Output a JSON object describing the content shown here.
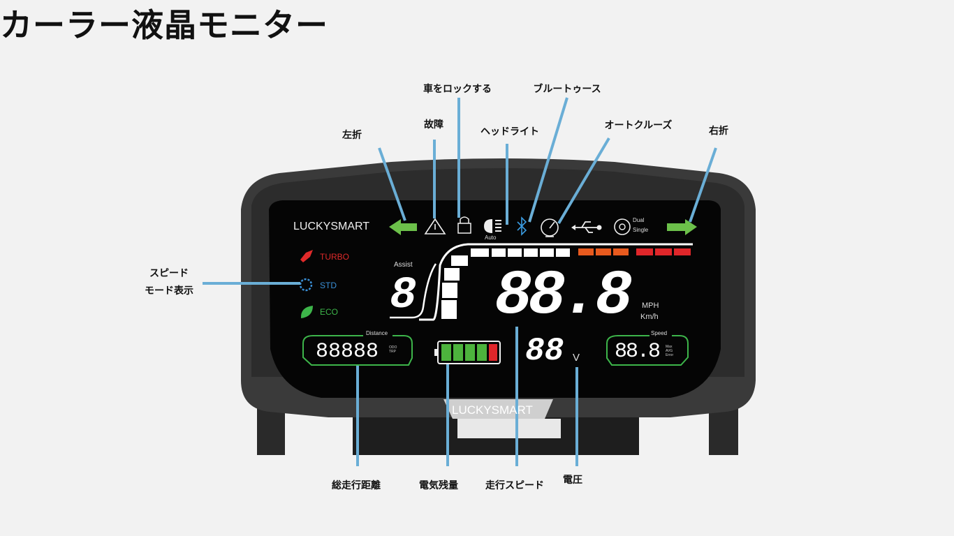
{
  "title": "カーラー液晶モニター",
  "callouts": {
    "left_turn": "左折",
    "fault": "故障",
    "lock": "車をロックする",
    "headlight": "ヘッドライト",
    "bluetooth": "ブルートゥース",
    "cruise": "オートクルーズ",
    "right_turn": "右折",
    "speed_mode_1": "スピード",
    "speed_mode_2": "モード表示",
    "total_distance": "総走行距離",
    "battery": "電気残量",
    "speed": "走行スピード",
    "voltage": "電圧"
  },
  "display": {
    "brand": "LUCKYSMART",
    "headlight_auto": "Auto",
    "motor_dual": "Dual",
    "motor_single": "Single",
    "modes": [
      "TURBO",
      "STD",
      "ECO"
    ],
    "assist_label": "Assist",
    "assist_value": "8",
    "speed_value": "88.8",
    "unit_mph": "MPH",
    "unit_kmh": "Km/h",
    "distance_label": "Distance",
    "distance_value": "88888",
    "odo": "ODO",
    "trip": "TRP",
    "voltage_value": "88",
    "voltage_unit": "V",
    "speed_box_label": "Speed",
    "speed_box_value": "88.8",
    "max": "Max",
    "avg": "AVG",
    "error": "Error",
    "battery_bars": 5,
    "lower_brand": "LUCKYSMART"
  },
  "colors": {
    "callout_line": "#6aaed6",
    "turn_arrow": "#6cc04a",
    "turbo": "#e02a2a",
    "std": "#3a8fd6",
    "eco": "#3db54a",
    "bluetooth": "#3a9be0"
  }
}
